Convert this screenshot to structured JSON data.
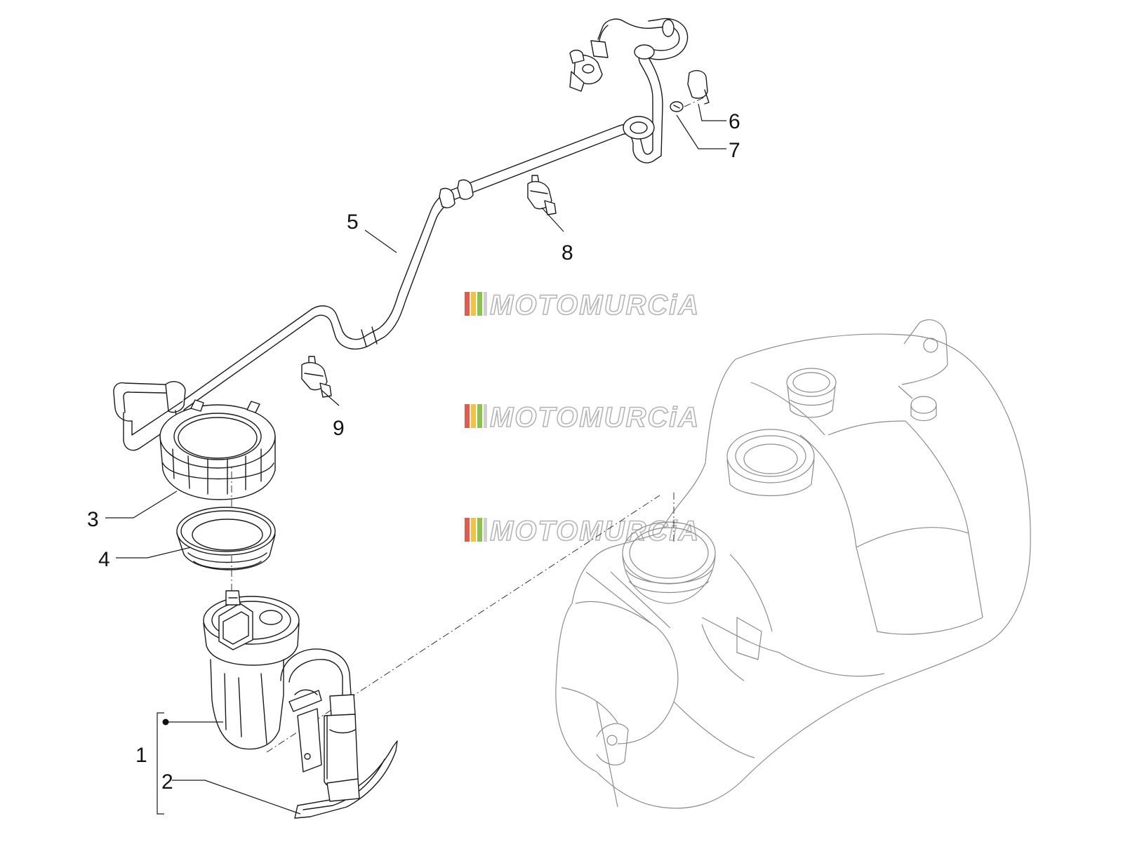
{
  "callouts": {
    "c1": "1",
    "c2": "2",
    "c3": "3",
    "c4": "4",
    "c5": "5",
    "c6": "6",
    "c7": "7",
    "c8": "8",
    "c9": "9"
  },
  "watermark": {
    "text": "MOTOMURCiA",
    "stripe_colors": [
      "#e25a4a",
      "#f0c43c",
      "#8cc152",
      "#cfcfcf"
    ]
  }
}
